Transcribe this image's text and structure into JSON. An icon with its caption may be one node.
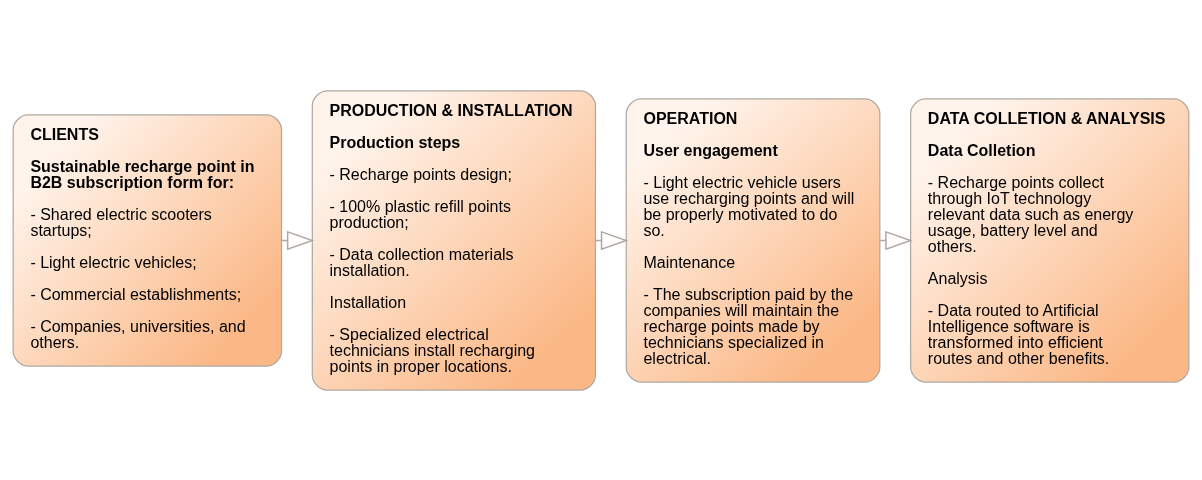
{
  "diagram": {
    "nodes": [
      {
        "text": [
          "CLIENTS",
          "Sustainable recharge point in B2B subscription form for:",
          "- Shared electric scooters startups;",
          "- Light electric vehicles;",
          "- Commercial establishments;",
          "- Companies, universities, and others."
        ]
      },
      {
        "text": [
          "PRODUCTION & INSTALLATION",
          "Production steps",
          "- Recharge points design;",
          "- 100% plastic refill points production;",
          "- Data collection materials installation.",
          "Installation",
          "- Specialized electrical technicians install recharging points in proper locations."
        ]
      },
      {
        "text": [
          "OPERATION",
          "User engagement",
          "- Light electric vehicle users use recharging points and will be properly motivated to do so.",
          "Maintenance",
          "- The subscription paid by the companies will maintain the recharge points made by technicians specialized in electrical."
        ]
      },
      {
        "text": [
          "DATA COLLETION & ANALYSIS",
          "Data Colletion",
          "- Recharge points collect through IoT technology relevant data such as energy usage, battery level and others.",
          "Analysis",
          "- Data routed to Artificial Intelligence software is transformed into efficient routes and other benefits."
        ]
      }
    ],
    "edges": [
      {
        "from": 0,
        "to": 1,
        "arrow": "to"
      },
      {
        "from": 1,
        "to": 2,
        "arrow": "to"
      },
      {
        "from": 2,
        "to": 3,
        "arrow": "to"
      }
    ]
  }
}
